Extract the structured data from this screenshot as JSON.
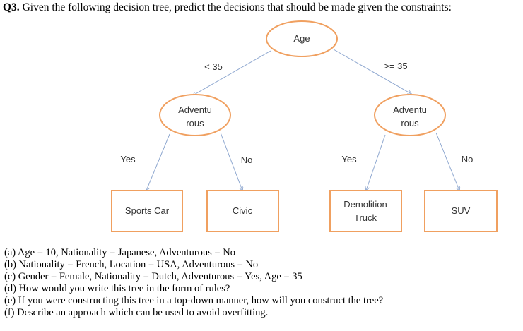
{
  "question": {
    "number": "Q3.",
    "text": "Given the following decision tree, predict the decisions that should be made given the constraints:"
  },
  "tree": {
    "root": {
      "lines": [
        "Age"
      ]
    },
    "left_edge": "< 35",
    "right_edge": ">= 35",
    "left_node": {
      "lines": [
        "Adventu",
        "rous"
      ]
    },
    "right_node": {
      "lines": [
        "Adventu",
        "rous"
      ]
    },
    "left_yes": "Yes",
    "left_no": "No",
    "right_yes": "Yes",
    "right_no": "No",
    "leaf_1": {
      "lines": [
        "Sports Car"
      ]
    },
    "leaf_2": {
      "lines": [
        "Civic"
      ]
    },
    "leaf_3": {
      "lines": [
        "Demolition",
        "Truck"
      ]
    },
    "leaf_4": {
      "lines": [
        "SUV"
      ]
    },
    "colors": {
      "node_border": "#f0a060",
      "edge": "#8fa8d0"
    }
  },
  "parts": [
    "(a) Age = 10, Nationality = Japanese, Adventurous = No",
    "(b) Nationality = French, Location = USA, Adventurous = No",
    "(c) Gender = Female, Nationality = Dutch, Adventurous = Yes, Age = 35",
    "(d) How would you write this tree in the form of rules?",
    "(e) If you were constructing this tree in a top-down manner, how will you construct the tree?",
    "(f) Describe an approach which can be used to avoid overfitting."
  ]
}
